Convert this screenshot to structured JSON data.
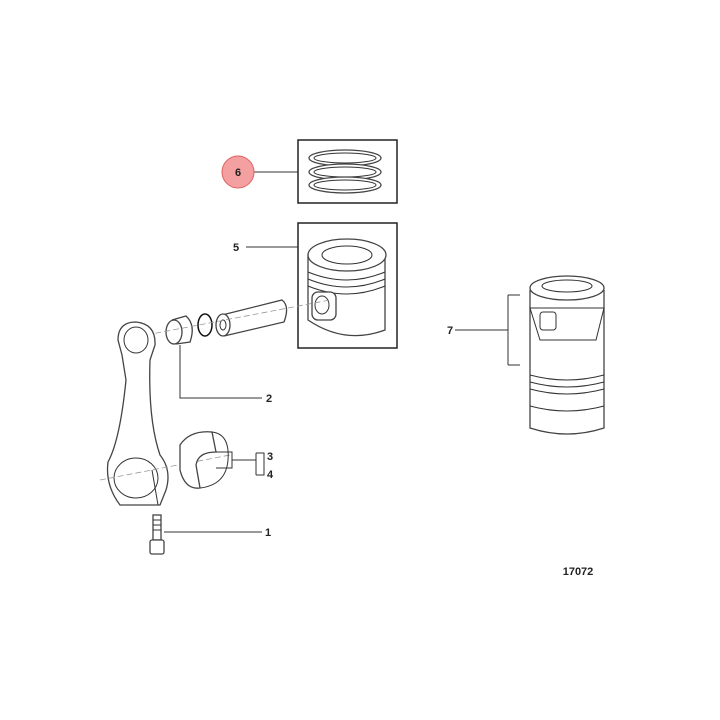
{
  "diagram": {
    "figure_number": "17072",
    "highlight_color": "#f08080",
    "callouts": [
      {
        "label": "1",
        "part": "connecting-rod-bolt"
      },
      {
        "label": "2",
        "part": "piston-pin-bushing"
      },
      {
        "label": "3",
        "part": "bearing-shell-upper"
      },
      {
        "label": "4",
        "part": "bearing-shell-lower"
      },
      {
        "label": "5",
        "part": "piston"
      },
      {
        "label": "6",
        "part": "piston-ring-set",
        "highlighted": true
      },
      {
        "label": "7",
        "part": "cylinder-liner"
      }
    ]
  }
}
